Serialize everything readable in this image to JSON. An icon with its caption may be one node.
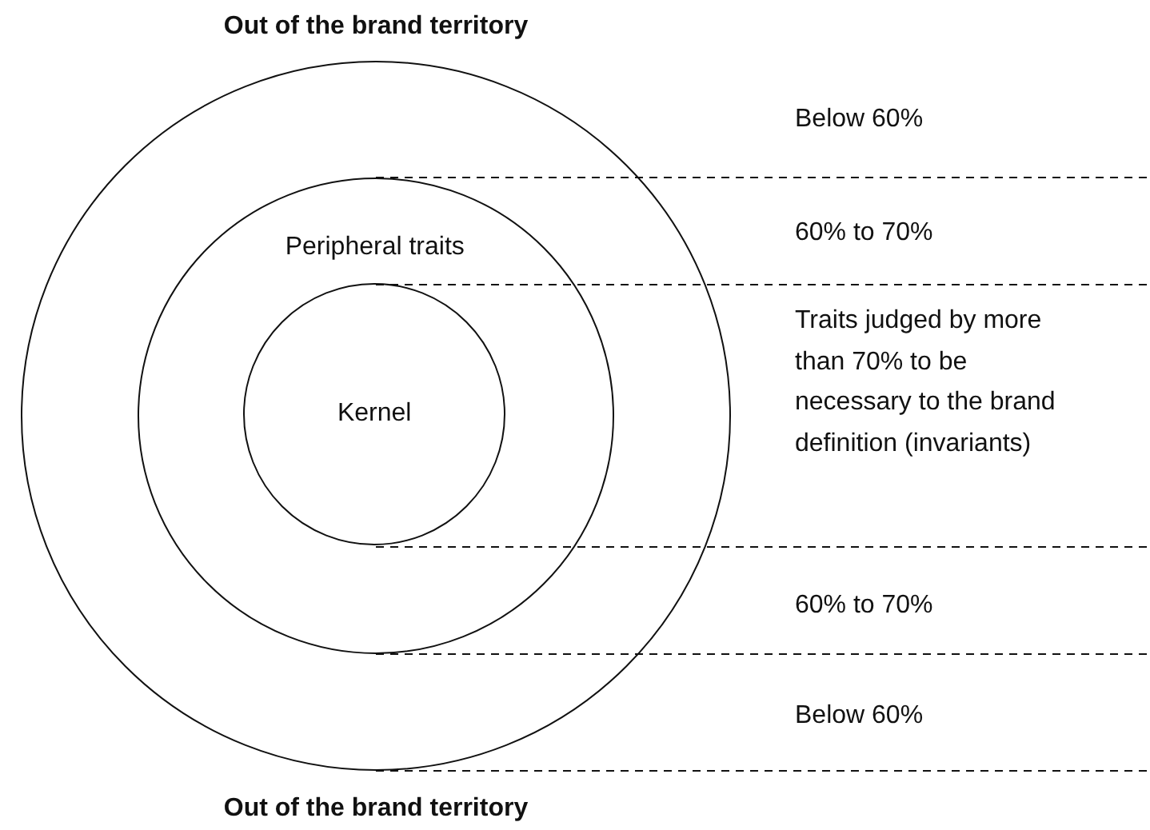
{
  "diagram": {
    "nodes": [
      {
        "text": [],
        "shape": "circle"
      },
      {
        "text": [
          "Peripheral traits"
        ],
        "in": 0
      },
      {
        "text": [
          "Kernel"
        ],
        "in": 1
      }
    ],
    "labels": [
      "Out of the brand territory",
      "Below 60%",
      "60% to 70%",
      "Traits judged by more than 70% to be necessary to the brand definition (invariants)",
      "60% to 70%",
      "Below 60%",
      "Out of the brand territory"
    ]
  }
}
